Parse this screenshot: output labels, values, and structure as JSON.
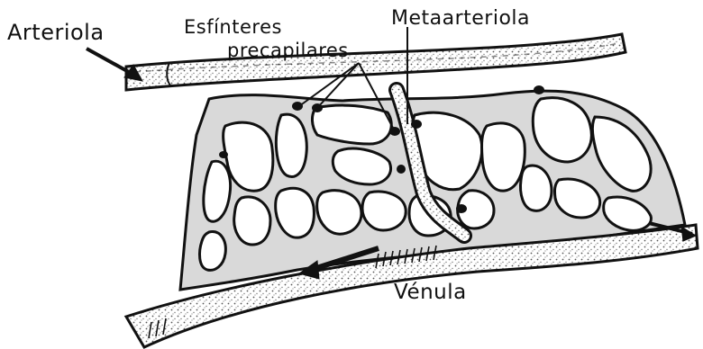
{
  "labels": {
    "arteriola": "Arteriola",
    "esfinteres": "Esfínteres",
    "precapilares": "precapilares",
    "metaarteriola": "Metaarteriola",
    "venula": "Vénula"
  },
  "colors": {
    "ink": "#111111",
    "paper": "#ffffff",
    "stipple": "#7a7a7a"
  }
}
